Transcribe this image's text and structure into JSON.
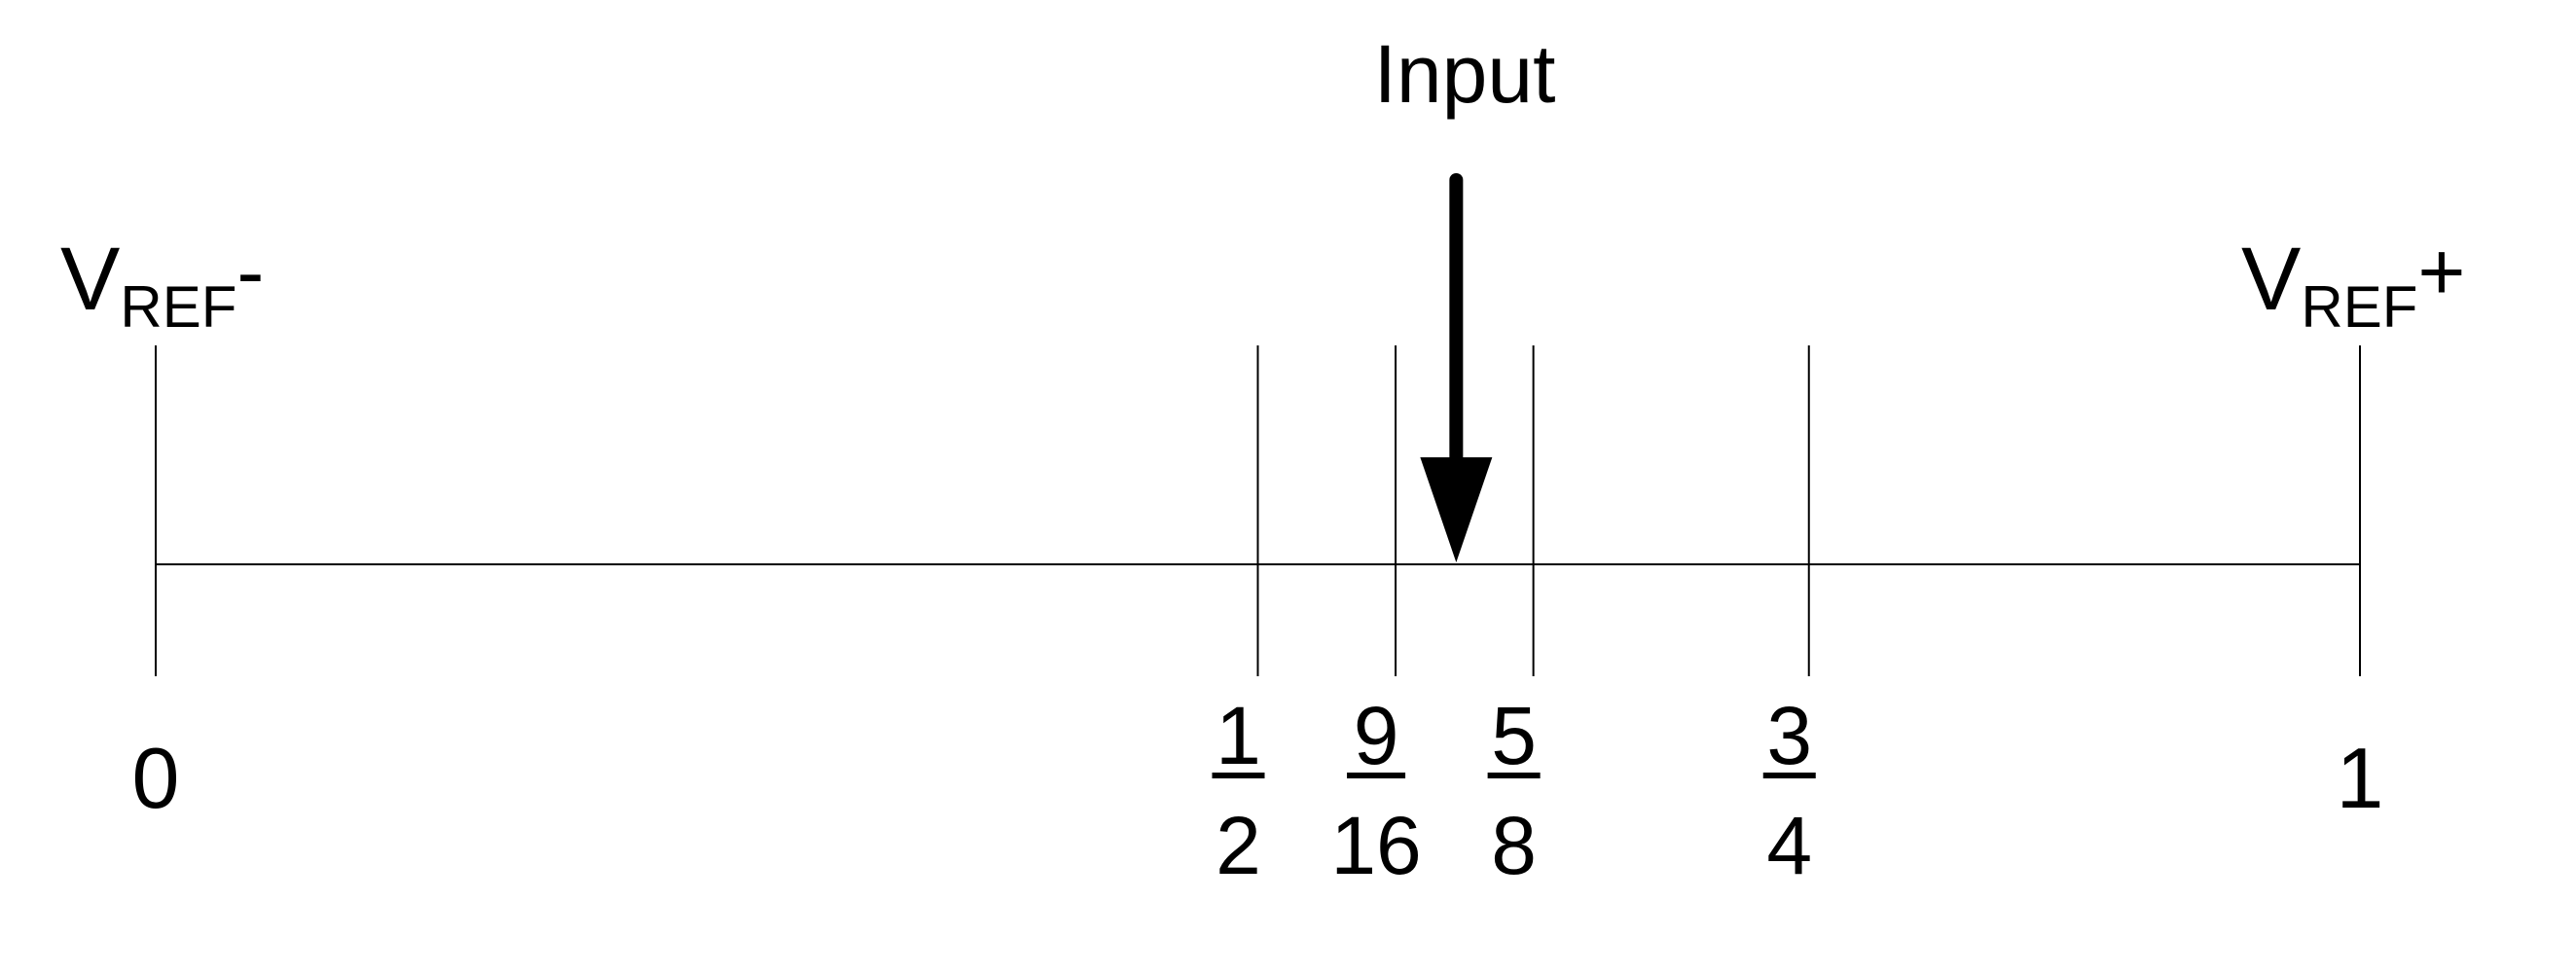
{
  "input": {
    "label": "Input",
    "value": 0.59
  },
  "reference": {
    "low": {
      "main": "V",
      "sub": "REF",
      "sign": "-",
      "value": 0
    },
    "high": {
      "main": "V",
      "sub": "REF",
      "sign": "+",
      "value": 1
    }
  },
  "scale": {
    "min": 0,
    "max": 1,
    "marks": [
      {
        "value": 0,
        "label": "0"
      },
      {
        "value": 0.5,
        "numerator": "1",
        "denominator": "2"
      },
      {
        "value": 0.5625,
        "numerator": "9",
        "denominator": "16"
      },
      {
        "value": 0.625,
        "numerator": "5",
        "denominator": "8"
      },
      {
        "value": 0.75,
        "numerator": "3",
        "denominator": "4"
      },
      {
        "value": 1,
        "label": "1"
      }
    ]
  },
  "colors": {
    "stroke": "#000000",
    "background": "#ffffff"
  }
}
